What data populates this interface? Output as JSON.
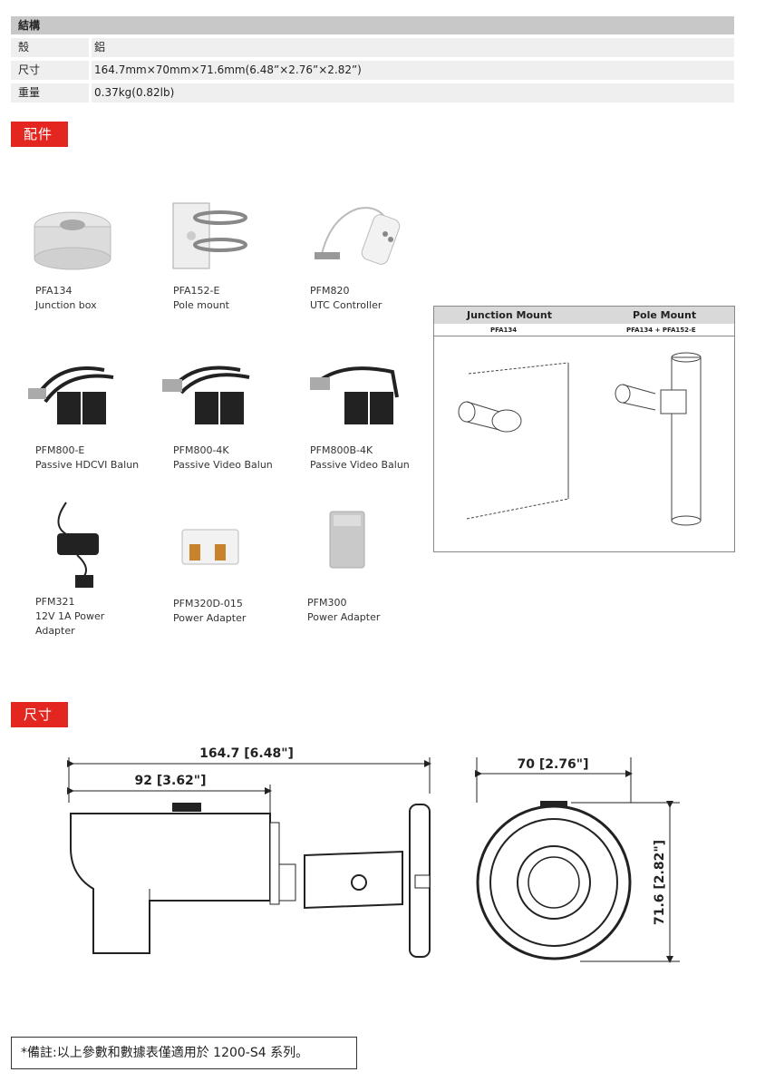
{
  "spec": {
    "header": "結構",
    "rows": [
      {
        "label": "殼",
        "value": "鋁"
      },
      {
        "label": "尺寸",
        "value": "164.7mm×70mm×71.6mm(6.48”×2.76”×2.82”)"
      },
      {
        "label": "重量",
        "value": "0.37kg(0.82lb)"
      }
    ]
  },
  "sections": {
    "accessories": "配件",
    "dimensions": "尺寸"
  },
  "accessories": [
    {
      "model": "PFA134",
      "desc": "Junction box"
    },
    {
      "model": "PFA152-E",
      "desc": "Pole mount"
    },
    {
      "model": "PFM820",
      "desc": "UTC Controller"
    },
    {
      "model": "PFM800-E",
      "desc": "Passive HDCVI Balun"
    },
    {
      "model": "PFM800-4K",
      "desc": "Passive Video Balun"
    },
    {
      "model": "PFM800B-4K",
      "desc": "Passive Video Balun"
    },
    {
      "model": "PFM321",
      "desc": "12V 1A Power",
      "desc2": "Adapter"
    },
    {
      "model": "PFM320D-015",
      "desc": "Power Adapter"
    },
    {
      "model": "PFM300",
      "desc": "Power Adapter"
    }
  ],
  "mounts": {
    "junction_title": "Junction Mount",
    "pole_title": "Pole Mount",
    "junction_model": "PFA134",
    "pole_model": "PFA134 + PFA152-E"
  },
  "dimensions": {
    "total_length": "164.7 [6.48\"]",
    "body_length": "92 [3.62\"]",
    "width": "70 [2.76\"]",
    "height": "71.6 [2.82\"]"
  },
  "note": "*備註:以上參數和數據表僅適用於 1200-S4 系列。"
}
